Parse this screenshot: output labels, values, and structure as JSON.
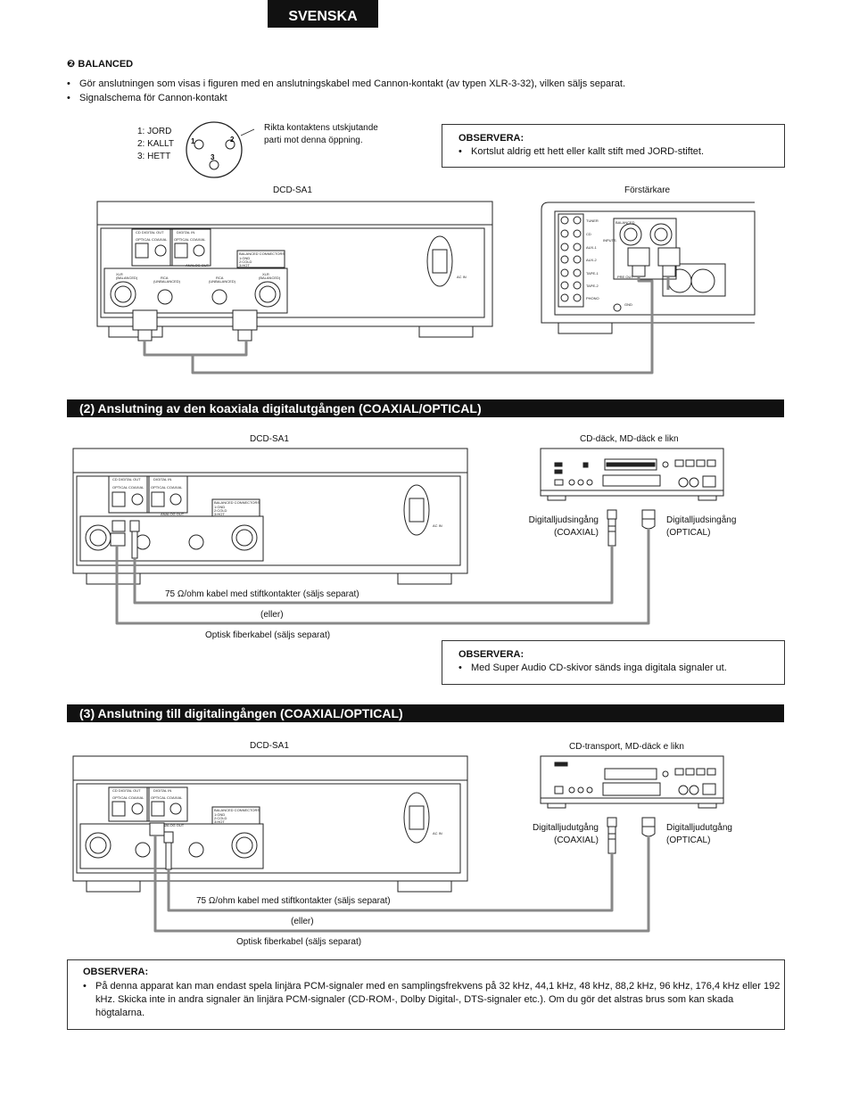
{
  "header": {
    "language": "SVENSKA"
  },
  "balanced": {
    "number": "❷",
    "title": "BALANCED",
    "bullets": [
      "Gör anslutningen som visas i figuren med en anslutningskabel med Cannon-kontakt (av typen XLR-3-32), vilken säljs separat.",
      "Signalschema för Cannon-kontakt"
    ],
    "pins": [
      "1: JORD",
      "2: KALLT",
      "3: HETT"
    ],
    "pin_numbers": [
      "1",
      "2",
      "3"
    ],
    "opening_note": [
      "Rikta kontaktens utskjutande",
      "parti mot denna öppning."
    ],
    "note_title": "OBSERVERA:",
    "note_text": "Kortslut aldrig ett hett eller kallt stift med JORD-stiftet.",
    "device_left": "DCD-SA1",
    "device_right": "Förstärkare"
  },
  "section2": {
    "title": "(2) Anslutning av den koaxiala digitalutgången (COAXIAL/OPTICAL)",
    "device_left": "DCD-SA1",
    "device_right": "CD-däck, MD-däck e likn",
    "input_coaxial": [
      "Digitalljudsingång",
      "(COAXIAL)"
    ],
    "input_optical": [
      "Digitalljudsingång",
      "(OPTICAL)"
    ],
    "cable_coax": "75 Ω/ohm kabel med stiftkontakter (säljs separat)",
    "or": "(eller)",
    "cable_optical": "Optisk fiberkabel (säljs separat)",
    "note_title": "OBSERVERA:",
    "note_text": "Med Super Audio CD-skivor sänds inga digitala signaler ut."
  },
  "section3": {
    "title": "(3) Anslutning till digitalingången (COAXIAL/OPTICAL)",
    "device_left": "DCD-SA1",
    "device_right": "CD-transport, MD-däck e likn",
    "output_coaxial": [
      "Digitalljudutgång",
      "(COAXIAL)"
    ],
    "output_optical": [
      "Digitalljudutgång",
      "(OPTICAL)"
    ],
    "cable_coax": "75 Ω/ohm kabel med stiftkontakter (säljs separat)",
    "or": "(eller)",
    "cable_optical": "Optisk fiberkabel (säljs separat)"
  },
  "final_note": {
    "title": "OBSERVERA:",
    "text": "På denna apparat kan man endast spela linjära PCM-signaler med en samplingsfrekvens på 32 kHz, 44,1 kHz, 48 kHz, 88,2 kHz, 96 kHz, 176,4 kHz eller 192 kHz. Skicka inte in andra signaler än linjära PCM-signaler (CD-ROM-, Dolby Digital-, DTS-signaler etc.). Om du gör det alstras brus som kan skada högtalarna."
  },
  "panel_labels": {
    "digital_out": "CD DIGITAL OUT",
    "digital_in": "DIGITAL IN",
    "optical": "OPTICAL",
    "coaxial": "COAXIAL",
    "analog_out": "ANALOG OUT",
    "balanced_box": [
      "BALANCED CONNECTORS",
      "1:GND",
      "2:COLD",
      "3:HOT"
    ],
    "xlr_balanced": [
      "XLR",
      "(BALANCED)"
    ],
    "rca_unbalanced": [
      "RCA",
      "(UNBALANCED)"
    ],
    "ac_in": "AC IN",
    "amp_inputs": [
      "TUNER",
      "CD",
      "AUX-1",
      "AUX-2",
      "TAPE-1",
      "TAPE-2",
      "PHONO"
    ],
    "amp_input_label": "INPUTS",
    "amp_balanced": "BALANCED",
    "amp_pre_out": "PRE OUT",
    "amp_gnd": "GND"
  }
}
